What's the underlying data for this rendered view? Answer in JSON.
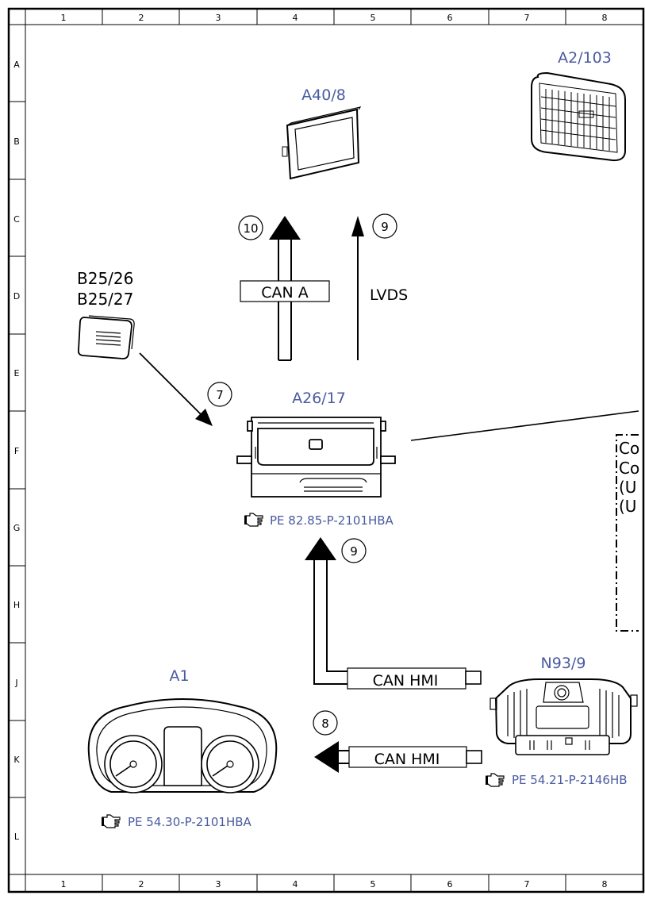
{
  "grid": {
    "columns": [
      "1",
      "2",
      "3",
      "4",
      "5",
      "6",
      "7",
      "8"
    ],
    "rows": [
      "A",
      "B",
      "C",
      "D",
      "E",
      "F",
      "G",
      "H",
      "J",
      "K",
      "L"
    ]
  },
  "components": {
    "a40_8": "A40/8",
    "a2_103": "A2/103",
    "b25": [
      "B25/26",
      "B25/27"
    ],
    "a26_17": "A26/17",
    "a1": "A1",
    "n93_9": "N93/9"
  },
  "bus_labels": {
    "can_a": "CAN A",
    "lvds": "LVDS",
    "can_hmi_upper": "CAN HMI",
    "can_hmi_lower": "CAN HMI"
  },
  "steps": [
    "7",
    "8",
    "9",
    "9",
    "10"
  ],
  "references": {
    "a26_17": "PE 82.85-P-2101HBA",
    "a1": "PE 54.30-P-2101HBA",
    "n93_9": "PE 54.21-P-2146HB"
  },
  "side_box_lines": [
    "Co",
    "Co",
    "(U",
    "(U"
  ],
  "icons": {
    "reference": "pointing-hand-icon"
  }
}
